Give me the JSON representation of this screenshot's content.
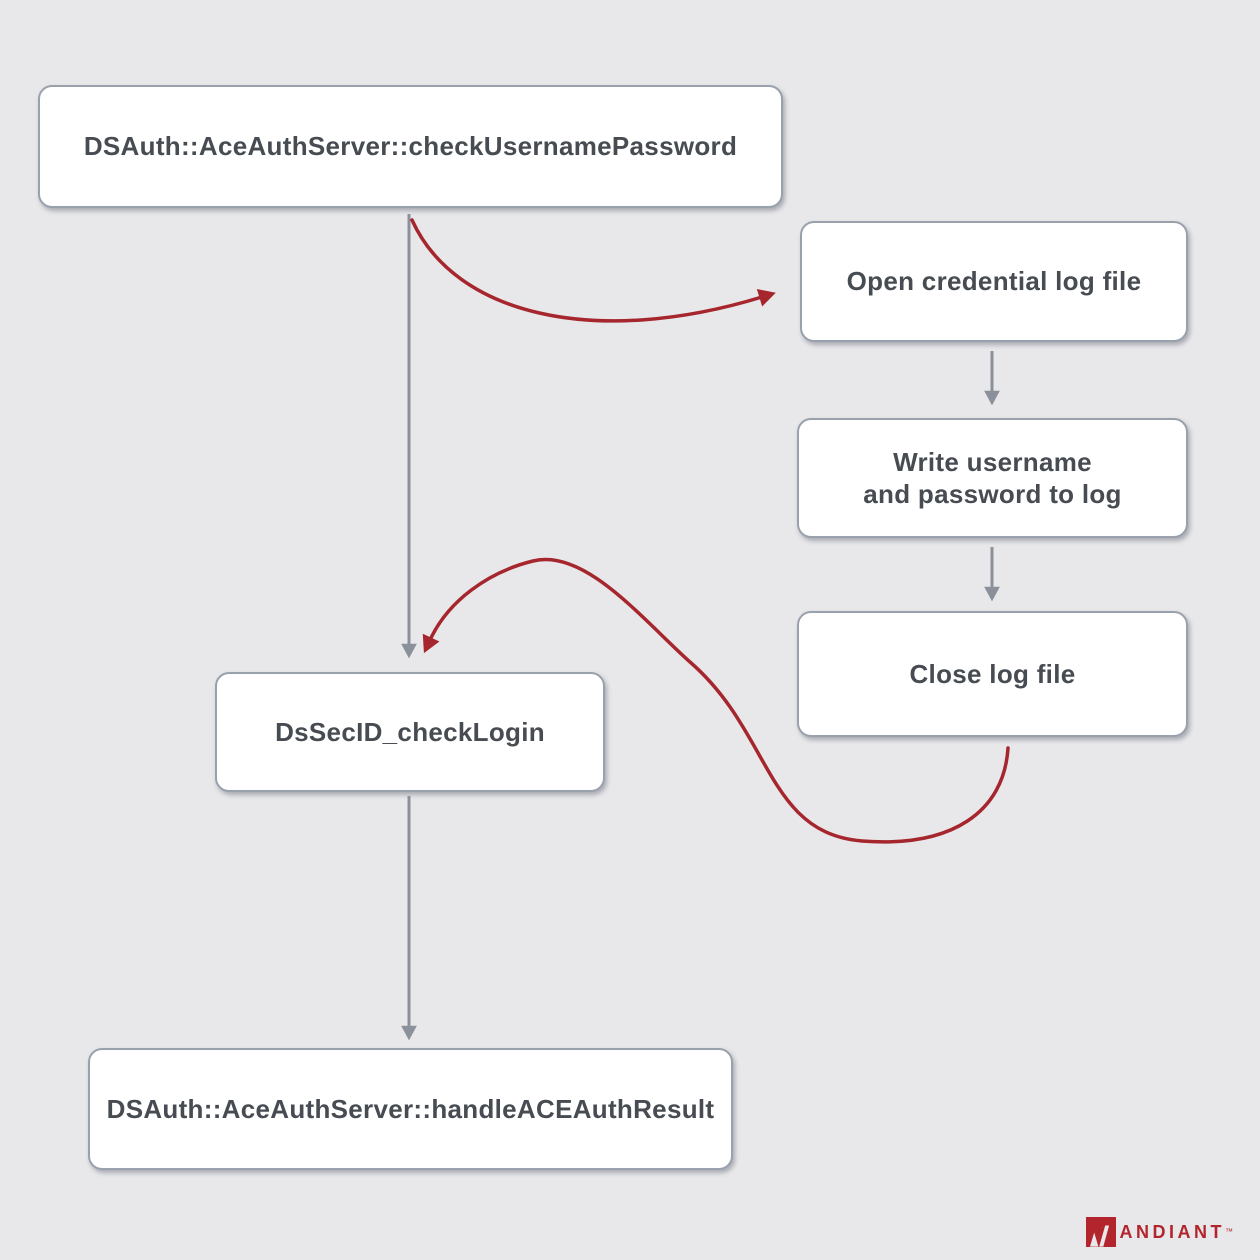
{
  "diagram": {
    "type": "flowchart",
    "nodes": [
      {
        "id": "check-username-password",
        "label": "DSAuth::AceAuthServer::checkUsernamePassword"
      },
      {
        "id": "open-log",
        "label": "Open credential log file"
      },
      {
        "id": "write-log",
        "label": "Write username\nand password to log"
      },
      {
        "id": "close-log",
        "label": "Close log file"
      },
      {
        "id": "check-login",
        "label": "DsSecID_checkLogin"
      },
      {
        "id": "handle-result",
        "label": "DSAuth::AceAuthServer::handleACEAuthResult"
      }
    ],
    "edges": [
      {
        "from": "check-username-password",
        "to": "check-login",
        "style": "straight",
        "color": "gray"
      },
      {
        "from": "check-username-password",
        "to": "open-log",
        "style": "curved",
        "color": "red"
      },
      {
        "from": "open-log",
        "to": "write-log",
        "style": "straight",
        "color": "gray"
      },
      {
        "from": "write-log",
        "to": "close-log",
        "style": "straight",
        "color": "gray"
      },
      {
        "from": "close-log",
        "to": "check-login",
        "style": "curved",
        "color": "red"
      },
      {
        "from": "check-login",
        "to": "handle-result",
        "style": "straight",
        "color": "gray"
      }
    ]
  },
  "branding": {
    "name": "MANDIANT",
    "wordmark": "ANDIANT",
    "trademark": "™"
  },
  "colors": {
    "background": "#e8e8ea",
    "node_fill": "#ffffff",
    "node_border": "#99a1ad",
    "node_text": "#474c52",
    "gray_arrow": "#8b919b",
    "red_arrow": "#a6262e",
    "brand_red": "#b2252c"
  }
}
